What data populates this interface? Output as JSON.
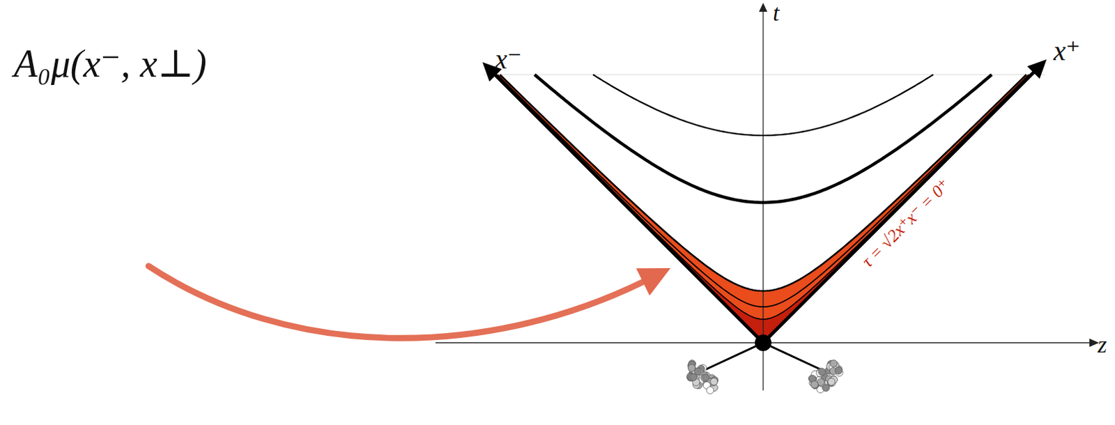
{
  "diagram": {
    "labels": [
      "A₀μ(x⁻, x⊥)",
      "t",
      "x⁻",
      "x⁺",
      "z",
      "τ = √2x⁺x⁻ = 0⁺"
    ]
  }
}
